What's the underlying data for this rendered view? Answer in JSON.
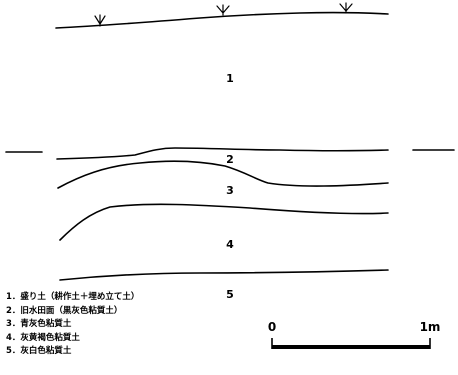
{
  "layers": [
    {
      "number": "1"
    },
    {
      "number": "2"
    },
    {
      "number": "3"
    },
    {
      "number": "4"
    },
    {
      "number": "5"
    }
  ],
  "legend": [
    "1．盛り土（耕作土＋埋め立て土）",
    "2．旧水田面（黒灰色粘質土）",
    "3．青灰色粘質土",
    "4．灰黄褐色粘質土",
    "5．灰白色粘質土"
  ],
  "scale": {
    "start_label": "0",
    "end_label": "1m"
  },
  "colors": {
    "ink": "#000000",
    "background": "#ffffff"
  }
}
